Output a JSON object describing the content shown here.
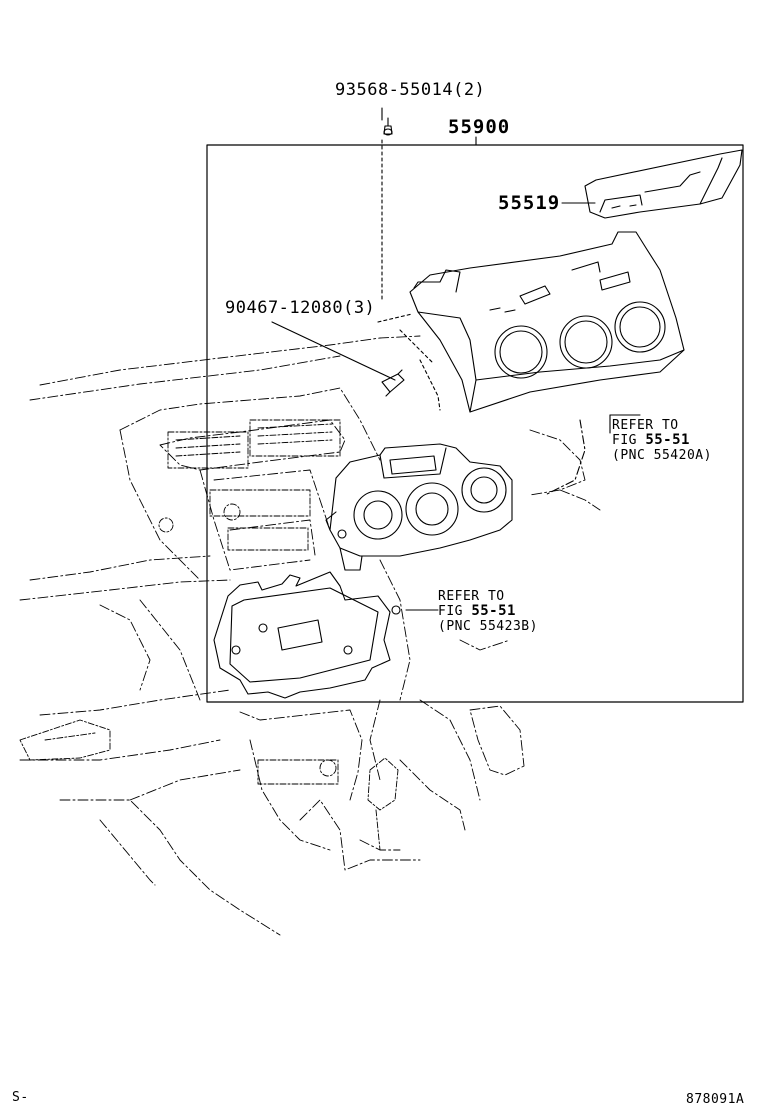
{
  "labels": {
    "screw": "93568-55014(2)",
    "assembly": "55900",
    "panel": "55519",
    "clip": "90467-12080(3)"
  },
  "refer_upper": {
    "line1": "REFER TO",
    "fig_prefix": "FIG",
    "fig": "55-51",
    "pnc": "(PNC 55420A)"
  },
  "refer_lower": {
    "line1": "REFER TO",
    "fig_prefix": "FIG",
    "fig": "55-51",
    "pnc": "(PNC 55423B)"
  },
  "corner_left": "S-",
  "corner_right": "878091A"
}
